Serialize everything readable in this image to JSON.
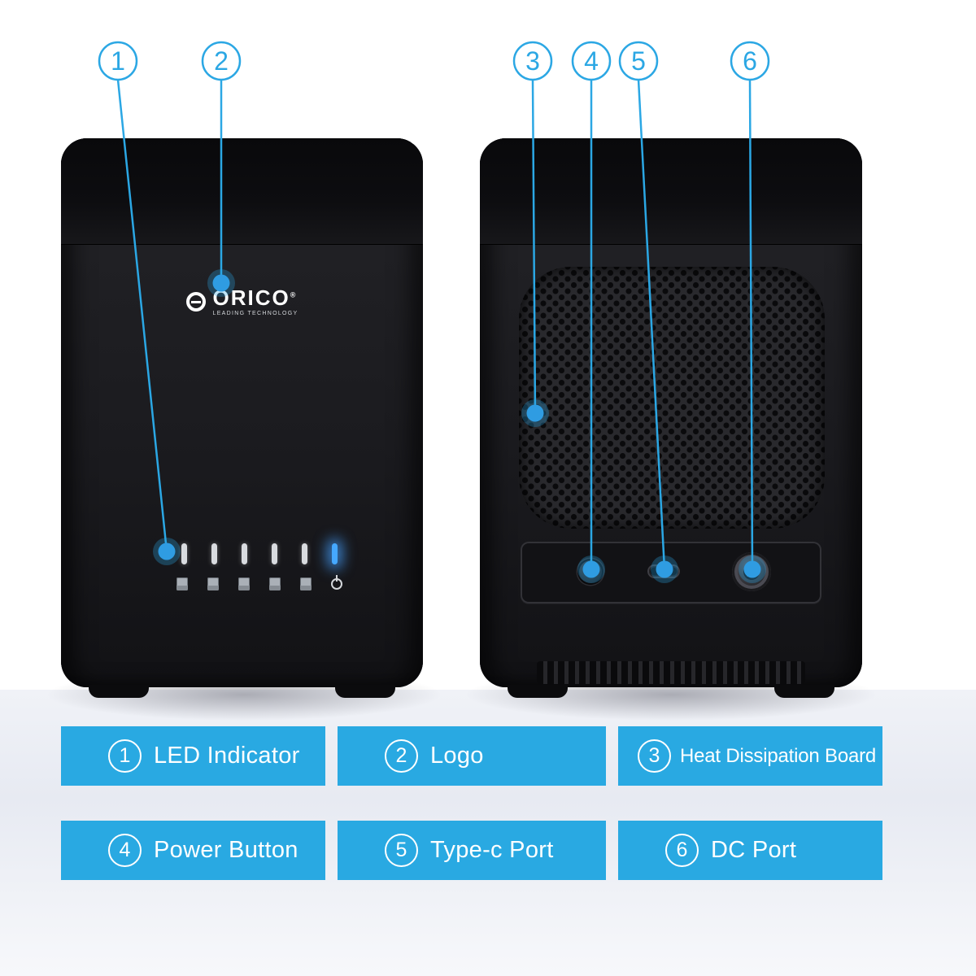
{
  "brand": {
    "name": "ORICO",
    "reg": "®",
    "tagline": "LEADING TECHNOLOGY"
  },
  "callouts": [
    {
      "num": "1",
      "label": "LED Indicator"
    },
    {
      "num": "2",
      "label": "Logo"
    },
    {
      "num": "3",
      "label": "Heat Dissipation Board"
    },
    {
      "num": "4",
      "label": "Power Button"
    },
    {
      "num": "5",
      "label": "Type-c Port"
    },
    {
      "num": "6",
      "label": "DC Port"
    }
  ],
  "device": {
    "led_count": 6,
    "hdd_slot_count": 5,
    "views": [
      "front",
      "back"
    ]
  },
  "colors": {
    "accent": "#2ba7e4",
    "legend_bar": "#29a9e2",
    "led_active": "#45a8ff"
  }
}
